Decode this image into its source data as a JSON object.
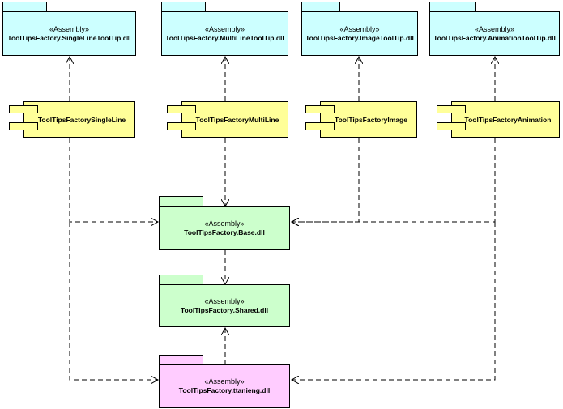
{
  "assemblies": {
    "single_line": {
      "stereotype": "«Assembly»",
      "name": "ToolTipsFactory.SingleLineToolTip.dll"
    },
    "multi_line": {
      "stereotype": "«Assembly»",
      "name": "ToolTipsFactory.MultiLineToolTip.dll"
    },
    "image": {
      "stereotype": "«Assembly»",
      "name": "ToolTipsFactory.ImageToolTip.dll"
    },
    "animation": {
      "stereotype": "«Assembly»",
      "name": "ToolTipsFactory.AnimationToolTip.dll"
    },
    "base": {
      "stereotype": "«Assembly»",
      "name": "ToolTipsFactory.Base.dll"
    },
    "shared": {
      "stereotype": "«Assembly»",
      "name": "ToolTipsFactory.Shared.dll"
    },
    "ttanieng": {
      "stereotype": "«Assembly»",
      "name": "ToolTipsFactory.ttanieng.dll"
    }
  },
  "components": {
    "single_line": "ToolTipsFactorySingleLine",
    "multi_line": "ToolTipsFactoryMultiLine",
    "image": "ToolTipsFactoryImage",
    "animation": "ToolTipsFactoryAnimation"
  },
  "colors": {
    "plugin_assembly": "#ccffff",
    "core_assembly": "#ccffcc",
    "resource_assembly": "#ffccff",
    "component": "#ffff99",
    "line": "#000000"
  }
}
